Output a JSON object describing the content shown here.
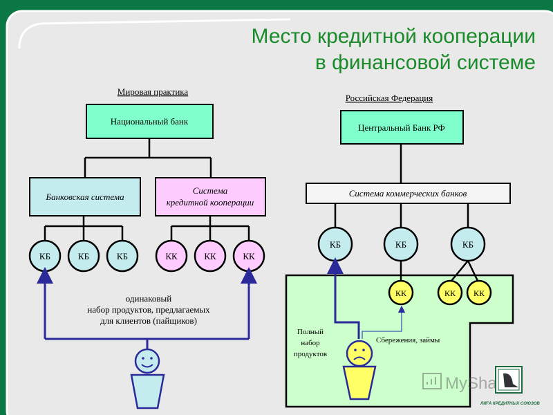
{
  "title": {
    "line1": "Место кредитной кооперации",
    "line2": "в финансовой системе"
  },
  "world": {
    "heading": "Мировая практика",
    "national_bank": "Национальный банк",
    "banking_system": "Банковская система",
    "credit_coop_system": {
      "line1": "Система",
      "line2": "кредитной кооперации"
    },
    "banks": [
      "КБ",
      "КБ",
      "КБ"
    ],
    "coops": [
      "КК",
      "КК",
      "КК"
    ],
    "note": {
      "line1": "одинаковый",
      "line2": "набор продуктов, предлагаемых",
      "line3": "для клиентов (пайщиков)"
    }
  },
  "russia": {
    "heading": "Российская Федерация",
    "central_bank": "Центральный Банк РФ",
    "commercial_banks": "Система коммерческих банков",
    "banks": [
      "КБ",
      "КБ",
      "КБ"
    ],
    "coops": [
      "КК",
      "КК",
      "КК"
    ],
    "full_set": {
      "line1": "Полный",
      "line2": "набор",
      "line3": "продуктов"
    },
    "savings": "Сбережения, займы"
  },
  "watermark": "MyShared",
  "logo_caption": "ЛИГА КРЕДИТНЫХ СОЮЗОВ",
  "colors": {
    "title": "#1a8a2a",
    "frame": "#0b7744",
    "aqua": "#80ffcc",
    "cyan": "#c4ecef",
    "pink": "#ffccff",
    "yellow": "#ffff66",
    "green_zone": "#ccffcc",
    "arrow": "#2a2a9a"
  }
}
